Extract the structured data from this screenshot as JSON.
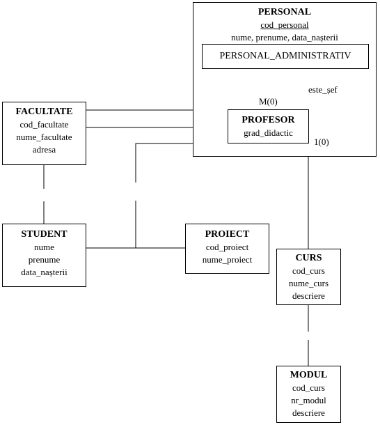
{
  "entities": {
    "personal": {
      "title": "PERSONAL",
      "key": "cod_personal",
      "attributes": "nume, prenume, data_nașterii",
      "subentity": "PERSONAL_ADMINISTRATIV"
    },
    "profesor": {
      "title": "PROFESOR",
      "attributes": [
        "grad_didactic"
      ]
    },
    "facultate": {
      "title": "FACULTATE",
      "attributes": [
        "cod_facultate",
        "nume_facultate",
        "adresa"
      ]
    },
    "student": {
      "title": "STUDENT",
      "attributes": [
        "nume",
        "prenume",
        "data_nașterii"
      ]
    },
    "proiect": {
      "title": "PROIECT",
      "attributes": [
        "cod_proiect",
        "nume_proiect"
      ]
    },
    "curs": {
      "title": "CURS",
      "attributes": [
        "cod_curs",
        "nume_curs",
        "descriere"
      ]
    },
    "modul": {
      "title": "MODUL",
      "attributes": [
        "cod_curs",
        "nr_modul",
        "descriere"
      ]
    }
  },
  "relationship_labels": {
    "recursive_name": "este_șef",
    "many_end": "M(0)",
    "one_end": "1(0)"
  }
}
